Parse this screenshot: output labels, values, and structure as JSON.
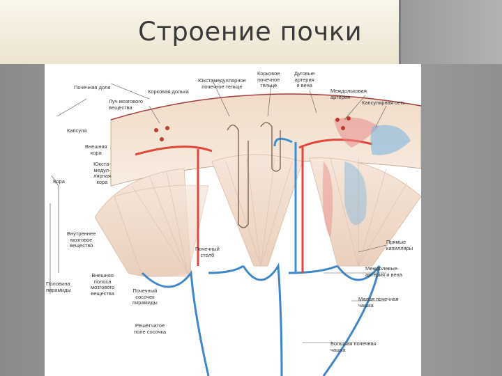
{
  "title": "Строение почки",
  "colors": {
    "title_bg": "#f5f0e1",
    "side_gray": "#9b9b9b",
    "artery": "#e0473a",
    "vein": "#3a8fd0",
    "pyramid": "#f3dccb",
    "calyx": "#3f86c8"
  },
  "labels": {
    "renal_lobe": "Почечная доля",
    "cortical_lobule": "Корковая долька",
    "medullary_ray": "Луч мозгового\nвещества",
    "capsule": "Капсула",
    "outer_cortex": "Внешняя\nкора",
    "juxtamedullary_cortex": "Юкста-\nмедул-\nлярная\nкора",
    "cortex": "Кора",
    "inner_medulla": "Внутреннее\nмозговое\nвещество",
    "pyramid_half": "Половина\nпирамиды",
    "outer_stripe": "Внешняя\nполоса\nмозгового\nвещества",
    "renal_column": "Почечный\nстолб",
    "renal_pyramid_papilla": "Почечный\nсосочек\nпирамиды",
    "renal_sinus": "Решётчатое\nполе сосочка",
    "juxtamedullary_nephron": "Юкстамедуллярное\nпочечное тельце",
    "cortical_nephron": "Корковое\nпочечное\nтельце",
    "arcuate_artery_vein": "Дуговые\nартерия\nи вена",
    "interlobular_artery": "Междольковая\nартерия",
    "arcuate_vein": "Капсулярная сеть",
    "vasa_recta": "Прямые\nкапилляры",
    "interlobar_vessels": "Междолевые\nартерия и вена",
    "minor_calyx": "Малая почечная\nчашка",
    "major_calyx": "Большая почечная\nчашка"
  }
}
